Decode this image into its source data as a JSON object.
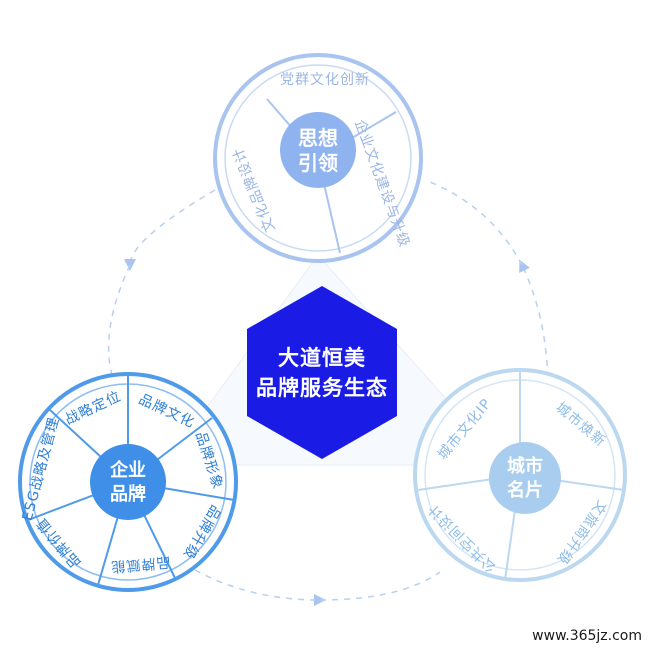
{
  "hub": {
    "line1": "大道恒美",
    "line2": "品牌服务生态"
  },
  "circles": {
    "top": {
      "center_line1": "思想",
      "center_line2": "引领",
      "segments": [
        "党群文化创新",
        "企业文化建设与升级",
        "文化品牌设计"
      ]
    },
    "left": {
      "center_line1": "企业",
      "center_line2": "品牌",
      "segments": [
        "战略定位",
        "品牌文化",
        "品牌形象",
        "品牌升级",
        "品牌赋能",
        "品牌价值",
        "ESG战略及管理"
      ]
    },
    "right": {
      "center_line1": "城市",
      "center_line2": "名片",
      "segments": [
        "城市焕新",
        "文旅商升级",
        "公共空间设计",
        "城市文化IP"
      ]
    }
  },
  "watermark": "www.365jz.com",
  "colors": {
    "hub": "#1a1ce6",
    "top_center": "#8fb3ef",
    "left_center": "#3f8fe8",
    "right_center": "#a9cdee",
    "top_ring": "#a9c4ef",
    "left_ring": "#4f9be9",
    "right_ring": "#bcd8f1"
  }
}
